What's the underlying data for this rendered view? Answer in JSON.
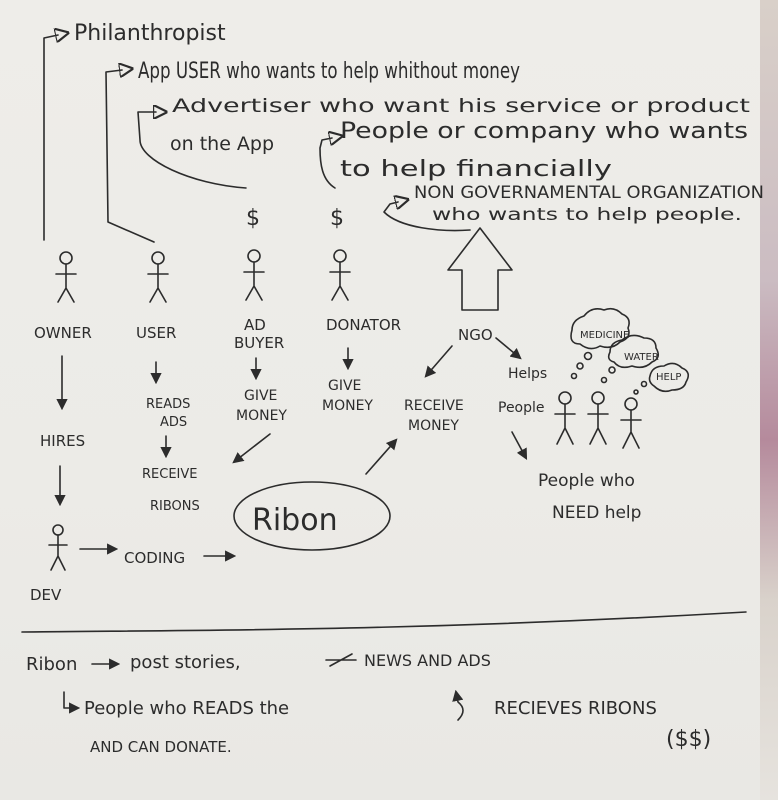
{
  "legend": {
    "philanthropist": "Philanthropist",
    "app_user": "App USER who wants to help whithout money",
    "advertiser_line1": "Advertiser who want his service or product",
    "advertiser_line2": "on the App",
    "people_company_line1": "People or company who wants",
    "people_company_line2": "to help financially",
    "ngo_line1": "NON GOVERNAMENTAL ORGANIZATION",
    "ngo_line2": "who wants to help people."
  },
  "actors": {
    "owner": "OWNER",
    "user": "USER",
    "ad_buyer_line1": "AD",
    "ad_buyer_line2": "BUYER",
    "donator": "DONATOR",
    "ngo": "NGO",
    "dollar": "$"
  },
  "flow": {
    "hires": "HIRES",
    "reads_ads_line1": "READS",
    "reads_ads_line2": "ADS",
    "receive_ribons_line1": "RECEIVE",
    "receive_ribons_line2": "RIBONS",
    "give_money_1_line1": "GIVE",
    "give_money_1_line2": "MONEY",
    "give_money_2_line1": "GIVE",
    "give_money_2_line2": "MONEY",
    "receive_money_line1": "RECEIVE",
    "receive_money_line2": "MONEY",
    "helps": "Helps",
    "people": "People",
    "dev": "DEV",
    "coding": "CODING",
    "ribon": "Ribon"
  },
  "needs": {
    "medicine": "MEDICINE",
    "water": "WATER",
    "help": "HELP",
    "people_line1": "People who",
    "people_line2": "NEED help"
  },
  "notes": {
    "line1_a": "Ribon",
    "line1_b": "post stories,",
    "line1_c": "NEWS AND ADS",
    "line2_a": "People who READS the",
    "line2_b": "RECIEVES RIBONS",
    "line3": "AND CAN DONATE.",
    "money": "($$)"
  }
}
